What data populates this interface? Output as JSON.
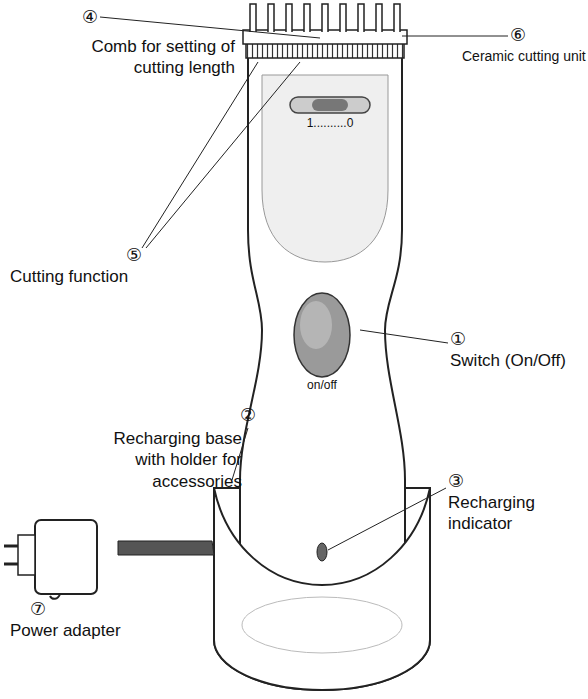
{
  "diagram": {
    "labels": [
      "④",
      "Comb for setting of cutting length",
      "⑥",
      "Ceramic cutting unit",
      "⑤",
      "Cutting function",
      "①",
      "Switch (On/Off)",
      "②",
      "Recharging base with holder for accessories",
      "③",
      "Recharging indicator",
      "⑦",
      "Power adapter",
      "1..........0",
      "on/off"
    ]
  }
}
